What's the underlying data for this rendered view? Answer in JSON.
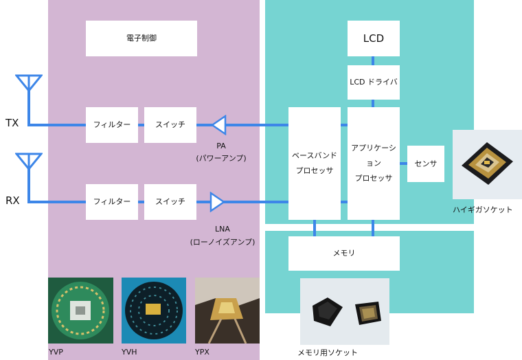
{
  "diagram": {
    "rf": {
      "control": "電子制御",
      "tx": "TX",
      "rx": "RX",
      "filter_tx": "フィルター",
      "switch_tx": "スイッチ",
      "filter_rx": "フィルター",
      "switch_rx": "スイッチ",
      "pa_line1": "PA",
      "pa_line2": "(パワーアンプ)",
      "lna_line1": "LNA",
      "lna_line2": "(ローノイズアンプ)"
    },
    "digital": {
      "lcd": "LCD",
      "lcd_driver": "LCD ドライバ",
      "baseband_line1": "ベースバンド",
      "baseband_line2": "プロセッサ",
      "app_line1": "アプリケーション",
      "app_line2": "プロセッサ",
      "sensor": "センサ",
      "memory": "メモリ"
    },
    "photos": {
      "highgig": "ハイギガソケット",
      "memory_socket": "メモリ用ソケット",
      "yvp": "YVP",
      "yvh": "YVH",
      "ypx": "YPX"
    },
    "colors": {
      "rf_panel": "#d3b6d3",
      "digital_panel": "#76d4d2",
      "signal_line": "#3d86e8"
    }
  }
}
